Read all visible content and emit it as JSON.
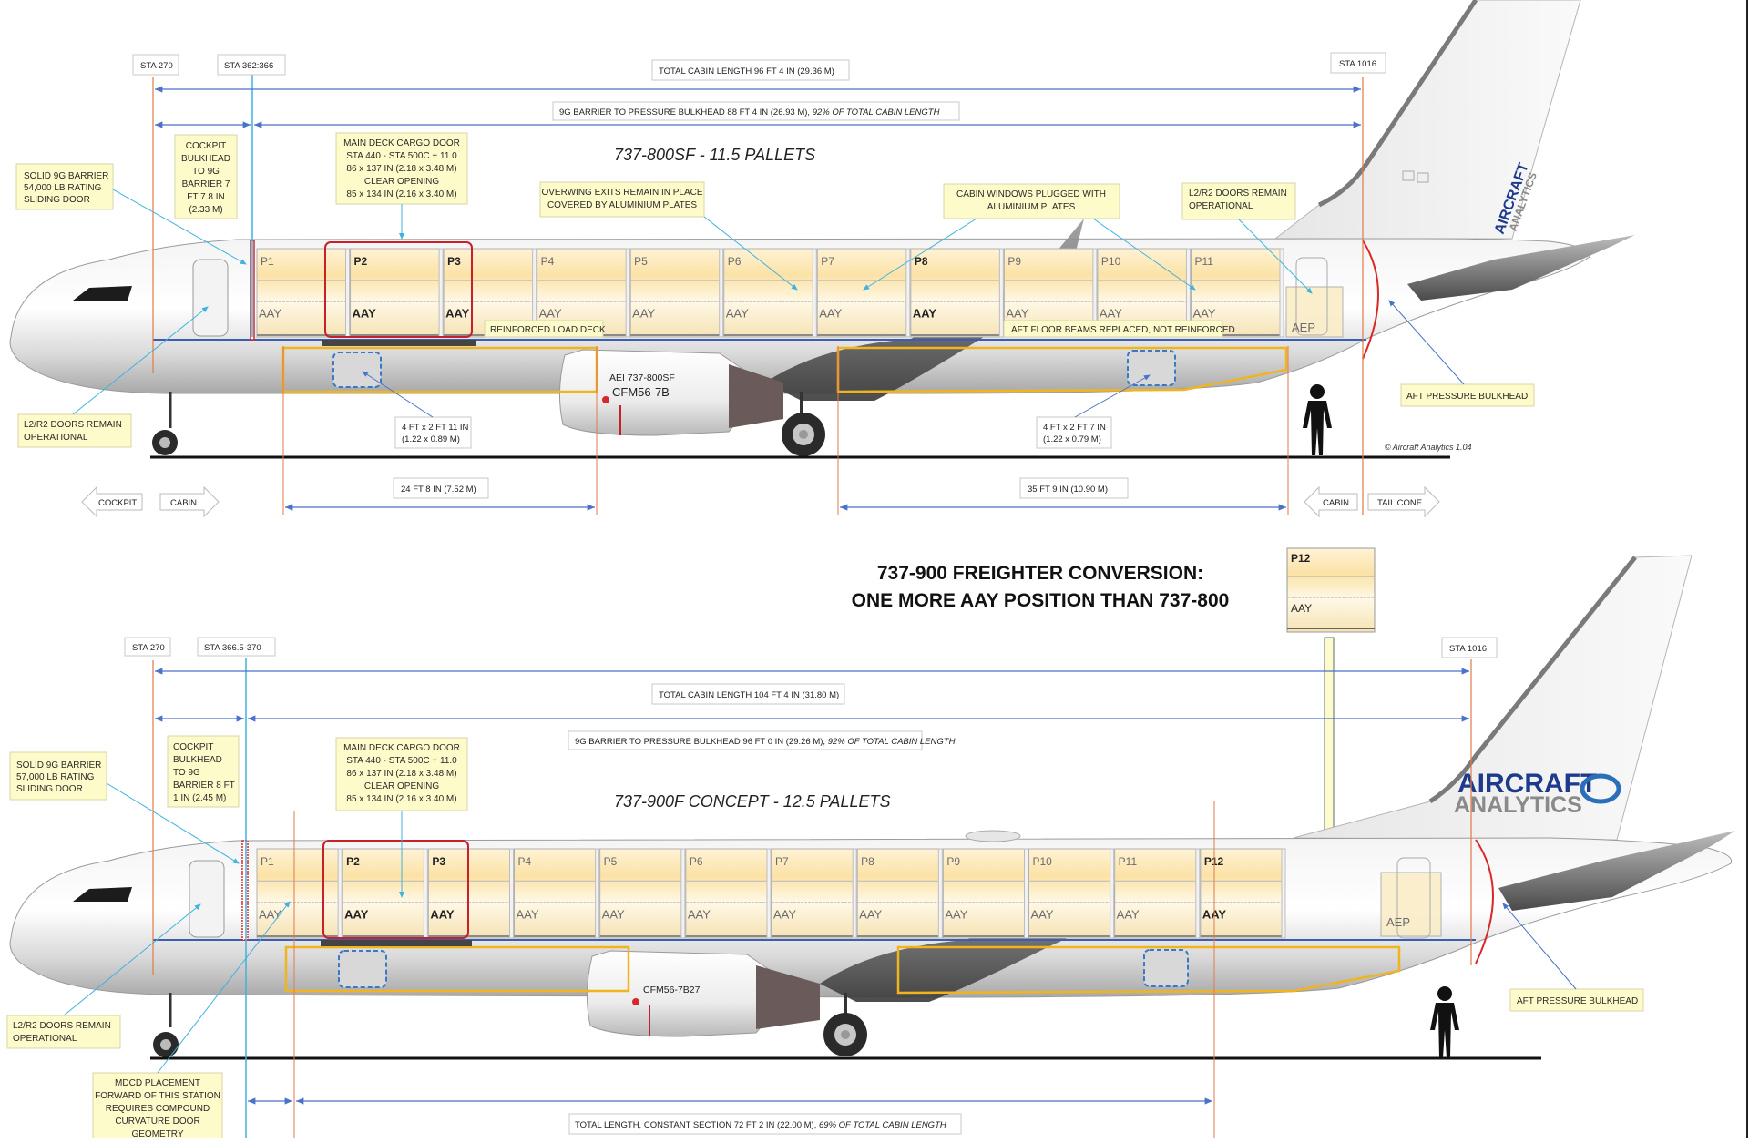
{
  "colors": {
    "station_line": "#e07a4a",
    "barrier_line": "#3fb2e0",
    "dimension_line": "#4a72c8",
    "note_fill": "#fdfbc9",
    "note_stroke": "#d8d6a6",
    "label_fill": "#ffffff",
    "label_stroke": "#c8c8c8",
    "pallet_fill": "#fbe9b9",
    "mdcd_box": "#c8202a",
    "lower_hold_outline": "#f0b41e",
    "lower_door_dash": "#3a79c8",
    "bulkhead": "#d82828",
    "logo_blue": "#1e3a8c",
    "logo_grey": "#8a8a8a"
  },
  "top": {
    "title": "737-800SF - 11.5 PALLETS",
    "stations": {
      "sta_start": "STA 270",
      "sta_barrier": "STA 362:366",
      "sta_end": "STA 1016"
    },
    "dimensions": {
      "total_cabin": "TOTAL CABIN LENGTH 96 FT 4 IN (29.36 M)",
      "barrier_to_bulkhead": "9G BARRIER TO PRESSURE BULKHEAD 88 FT 4 IN (26.93 M), ",
      "barrier_to_bulkhead_pct": "92% OF TOTAL CABIN LENGTH",
      "fwd_hold": "24 FT 8 IN  (7.52 M)",
      "aft_hold": "35 FT 9 IN  (10.90 M)",
      "fwd_hold_door": [
        "4 FT x 2 FT 11 IN",
        "(1.22 x 0.89 M)"
      ],
      "aft_hold_door": [
        "4 FT x 2 FT 7 IN",
        "(1.22 x 0.79 M)"
      ]
    },
    "notes": {
      "barrier": [
        "SOLID 9G BARRIER",
        "54,000 LB RATING",
        "SLIDING DOOR"
      ],
      "cockpit_bulkhead": [
        "COCKPIT",
        "BULKHEAD",
        "TO 9G",
        "BARRIER 7",
        "FT 7.8 IN",
        "(2.33 M)"
      ],
      "cargo_door": [
        "MAIN DECK CARGO DOOR",
        "STA  440  -  STA 500C + 11.0",
        "86 x 137 IN (2.18 x 3.48 M)",
        "CLEAR OPENING",
        "85 x 134 IN (2.16 x 3.40 M)"
      ],
      "overwing": [
        "OVERWING EXITS REMAIN IN PLACE",
        "COVERED BY ALUMINIUM PLATES"
      ],
      "windows": [
        "CABIN WINDOWS PLUGGED WITH",
        "ALUMINIUM PLATES"
      ],
      "l2r2_aft": [
        "L2/R2 DOORS REMAIN",
        "OPERATIONAL"
      ],
      "l2r2_fwd": [
        "L2/R2 DOORS REMAIN",
        "OPERATIONAL"
      ],
      "reinforced": "REINFORCED LOAD DECK",
      "aft_floor": "AFT FLOOR BEAMS REPLACED, NOT REINFORCED",
      "aft_bulkhead": "AFT PRESSURE BULKHEAD"
    },
    "engine": {
      "line1": "AEI 737-800SF",
      "line2": "CFM56-7B"
    },
    "arrows": {
      "cockpit": "COCKPIT",
      "cabin_fwd": "CABIN",
      "cabin_aft": "CABIN",
      "tail_cone": "TAIL CONE"
    },
    "copyright": "© Aircraft Analytics  1.04",
    "logo": {
      "line1": "AIRCRAFT",
      "line2": "ANALYTICS"
    },
    "pallets": [
      {
        "id": "P1",
        "type": "AAY",
        "highlight": false
      },
      {
        "id": "P2",
        "type": "AAY",
        "highlight": true
      },
      {
        "id": "P3",
        "type": "AAY",
        "highlight": true
      },
      {
        "id": "P4",
        "type": "AAY",
        "highlight": false
      },
      {
        "id": "P5",
        "type": "AAY",
        "highlight": false
      },
      {
        "id": "P6",
        "type": "AAY",
        "highlight": false
      },
      {
        "id": "P7",
        "type": "AAY",
        "highlight": false
      },
      {
        "id": "P8",
        "type": "AAY",
        "highlight": true
      },
      {
        "id": "P9",
        "type": "AAY",
        "highlight": false
      },
      {
        "id": "P10",
        "type": "AAY",
        "highlight": false
      },
      {
        "id": "P11",
        "type": "AAY",
        "highlight": false
      }
    ],
    "aep": "AEP"
  },
  "headline": {
    "line1": "737-900 FREIGHTER CONVERSION:",
    "line2": "ONE MORE AAY POSITION THAN 737-800"
  },
  "inset_pallet": {
    "id": "P12",
    "type": "AAY"
  },
  "bottom": {
    "title": "737-900F CONCEPT - 12.5 PALLETS",
    "stations": {
      "sta_start": "STA 270",
      "sta_barrier": "STA 366.5-370",
      "sta_end": "STA 1016"
    },
    "dimensions": {
      "total_cabin": "TOTAL CABIN LENGTH 104 FT 4 IN (31.80 M)",
      "barrier_to_bulkhead": "9G BARRIER TO PRESSURE BULKHEAD 96 FT 0 IN (29.26 M), ",
      "barrier_to_bulkhead_pct": "92% OF TOTAL CABIN LENGTH",
      "constant_section": "TOTAL LENGTH, CONSTANT SECTION 72 FT 2 IN (22.00 M), ",
      "constant_section_pct": "69% OF TOTAL CABIN LENGTH"
    },
    "notes": {
      "barrier": [
        "SOLID 9G BARRIER",
        "57,000 LB RATING",
        "SLIDING DOOR"
      ],
      "cockpit_bulkhead": [
        "COCKPIT",
        "BULKHEAD",
        "TO 9G",
        "BARRIER 8 FT",
        "1 IN (2.45 M)"
      ],
      "cargo_door": [
        "MAIN DECK CARGO DOOR",
        "STA  440  -  STA 500C + 11.0",
        "86 x 137 IN (2.18 x 3.48 M)",
        "CLEAR OPENING",
        "85 x 134 IN (2.16 x 3.40 M)"
      ],
      "l2r2_fwd": [
        "L2/R2 DOORS REMAIN",
        "OPERATIONAL"
      ],
      "mdcd": [
        "MDCD PLACEMENT",
        "FORWARD OF THIS STATION",
        "REQUIRES COMPOUND",
        "CURVATURE DOOR",
        "GEOMETRY"
      ],
      "aft_bulkhead": "AFT PRESSURE BULKHEAD"
    },
    "engine": {
      "line1": "CFM56-7B27"
    },
    "logo": {
      "line1": "AIRCRAFT",
      "line2": "ANALYTICS"
    },
    "pallets": [
      {
        "id": "P1",
        "type": "AAY",
        "highlight": false
      },
      {
        "id": "P2",
        "type": "AAY",
        "highlight": true
      },
      {
        "id": "P3",
        "type": "AAY",
        "highlight": true
      },
      {
        "id": "P4",
        "type": "AAY",
        "highlight": false
      },
      {
        "id": "P5",
        "type": "AAY",
        "highlight": false
      },
      {
        "id": "P6",
        "type": "AAY",
        "highlight": false
      },
      {
        "id": "P7",
        "type": "AAY",
        "highlight": false
      },
      {
        "id": "P8",
        "type": "AAY",
        "highlight": false
      },
      {
        "id": "P9",
        "type": "AAY",
        "highlight": false
      },
      {
        "id": "P10",
        "type": "AAY",
        "highlight": false
      },
      {
        "id": "P11",
        "type": "AAY",
        "highlight": false
      },
      {
        "id": "P12",
        "type": "AAY",
        "highlight": true
      }
    ],
    "aep": "AEP"
  }
}
